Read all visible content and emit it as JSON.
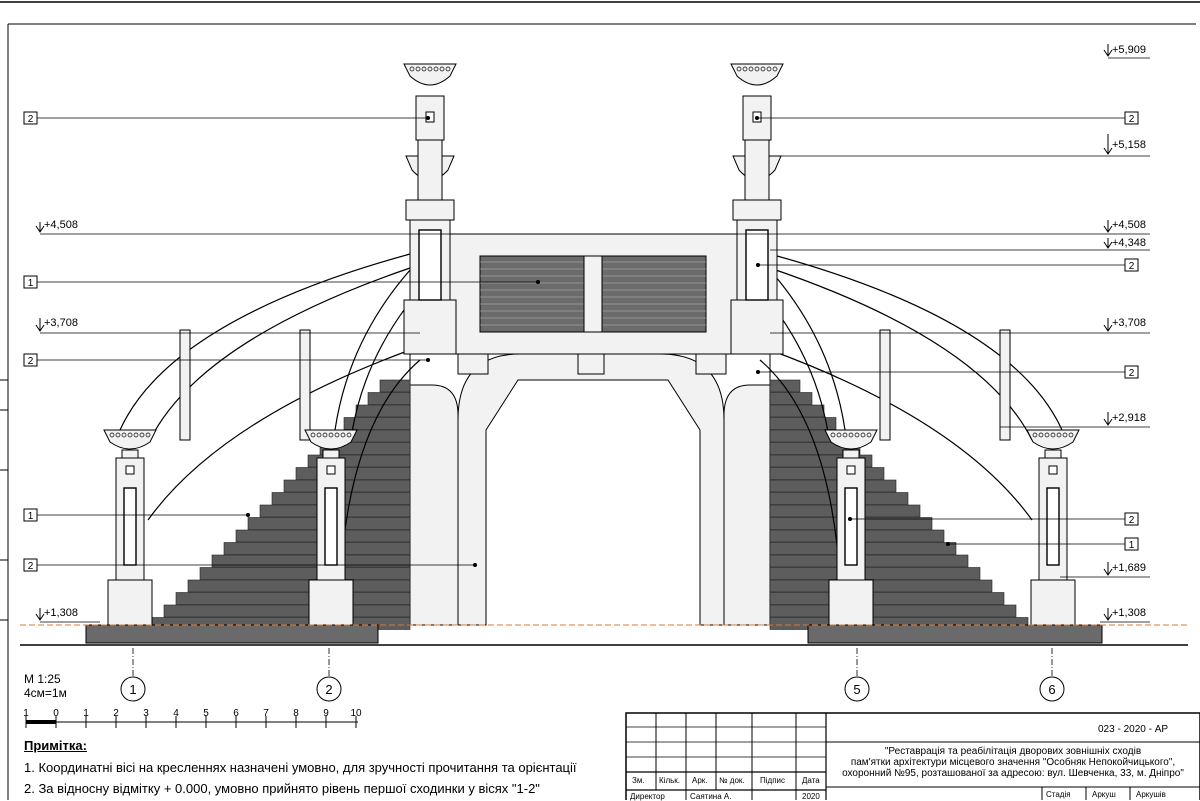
{
  "elevations_left": [
    "+4,508",
    "+3,708",
    "+1,308"
  ],
  "elevations_right": [
    "+5,909",
    "+5,158",
    "+4,508",
    "+4,348",
    "+3,708",
    "+2,918",
    "+1,689",
    "+1,308"
  ],
  "callouts_left": [
    "2",
    "1",
    "2",
    "1",
    "2"
  ],
  "callouts_right": [
    "2",
    "2",
    "2",
    "2",
    "1"
  ],
  "axes": [
    "1",
    "2",
    "5",
    "6"
  ],
  "scale": {
    "title": "М 1:25",
    "ratio": "4см=1м",
    "ticks": [
      "1",
      "0",
      "1",
      "2",
      "3",
      "4",
      "5",
      "6",
      "7",
      "8",
      "9",
      "10"
    ]
  },
  "notes": {
    "heading": "Примітка:",
    "items": [
      "1. Координатні вісі на кресленнях назначені умовно, для зручності прочитання та орієнтації",
      "2. За відносну відмітку + 0.000, умовно прийнято рівень першої сходинки у вісях \"1-2\""
    ]
  },
  "title_block": {
    "code": "023 - 2020 - АР",
    "project_lines": [
      "\"Реставрація та реабілітація дворових зовнішніх сходів",
      "пам'ятки архітектури місцевого значення \"Особняк Непокойчицького\",",
      "охоронний №95, розташованої за адресою: вул. Шевченка, 33, м. Дніпро\""
    ],
    "columns": [
      "Зм.",
      "Кільк.",
      "Арк.",
      "№ док.",
      "Підпис",
      "Дата"
    ],
    "row_role": "Директор",
    "row_name": "Саятина А.",
    "row_date": "2020",
    "right_headers": [
      "Стадія",
      "Аркуш",
      "Аркушів"
    ]
  }
}
